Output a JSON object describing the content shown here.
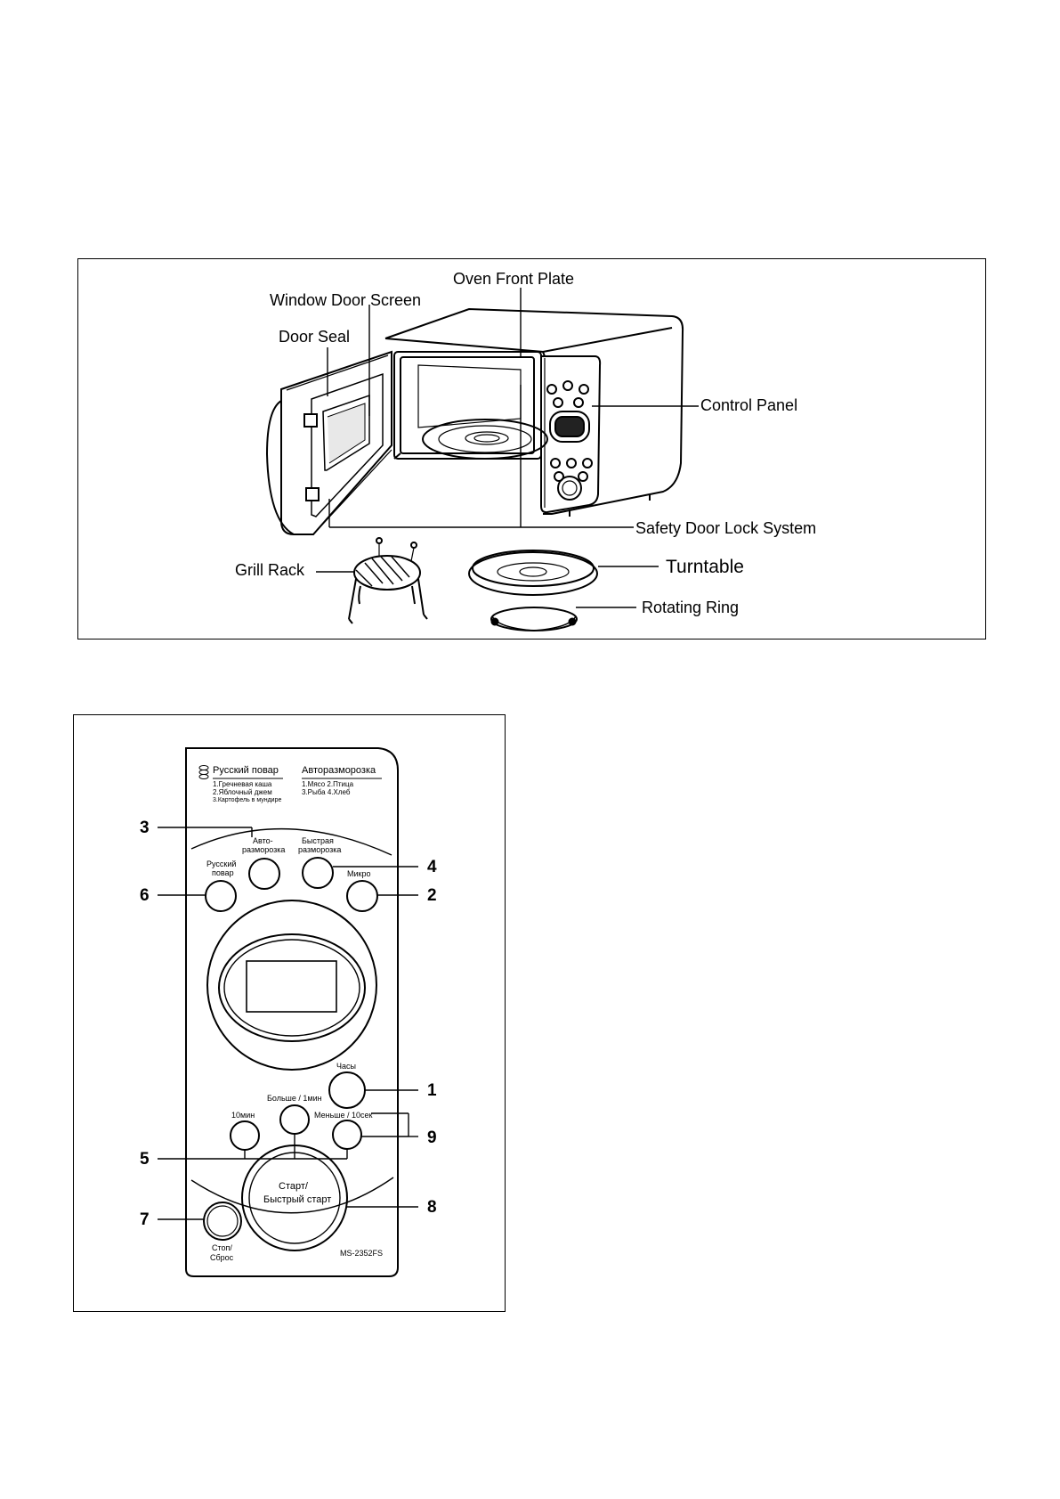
{
  "oven_diagram": {
    "labels": {
      "oven_front_plate": "Oven Front Plate",
      "window_door_screen": "Window Door Screen",
      "door_seal": "Door Seal",
      "control_panel": "Control Panel",
      "safety_door_lock_system": "Safety Door Lock System",
      "grill_rack": "Grill Rack",
      "turntable": "Turntable",
      "rotating_ring": "Rotating Ring"
    }
  },
  "control_panel_diagram": {
    "header": {
      "russian_chef_title": "Русский повар",
      "russian_chef_items": [
        "1.Гречневая каша",
        "2.Яблочный джем",
        "3.Картофель в мундире"
      ],
      "auto_defrost_title": "Авторазморозка",
      "auto_defrost_items": [
        "1.Мясо  2.Птица",
        "3.Рыба  4.Хлеб"
      ]
    },
    "buttons": {
      "auto_defrost_l1": "Авто-",
      "auto_defrost_l2": "разморозка",
      "quick_defrost_l1": "Быстрая",
      "quick_defrost_l2": "разморозка",
      "russian_chef_l1": "Русский",
      "russian_chef_l2": "повар",
      "micro": "Микро",
      "clock": "Часы",
      "more": "Больше / 1мин",
      "ten_min": "10мин",
      "less": "Меньше / 10сек",
      "start_l1": "Старт/",
      "start_l2": "Быстрый старт",
      "stop_l1": "Стоп/",
      "stop_l2": "Сброс"
    },
    "model": "MS-2352FS",
    "callouts": [
      "1",
      "2",
      "3",
      "4",
      "5",
      "6",
      "7",
      "8",
      "9"
    ]
  }
}
